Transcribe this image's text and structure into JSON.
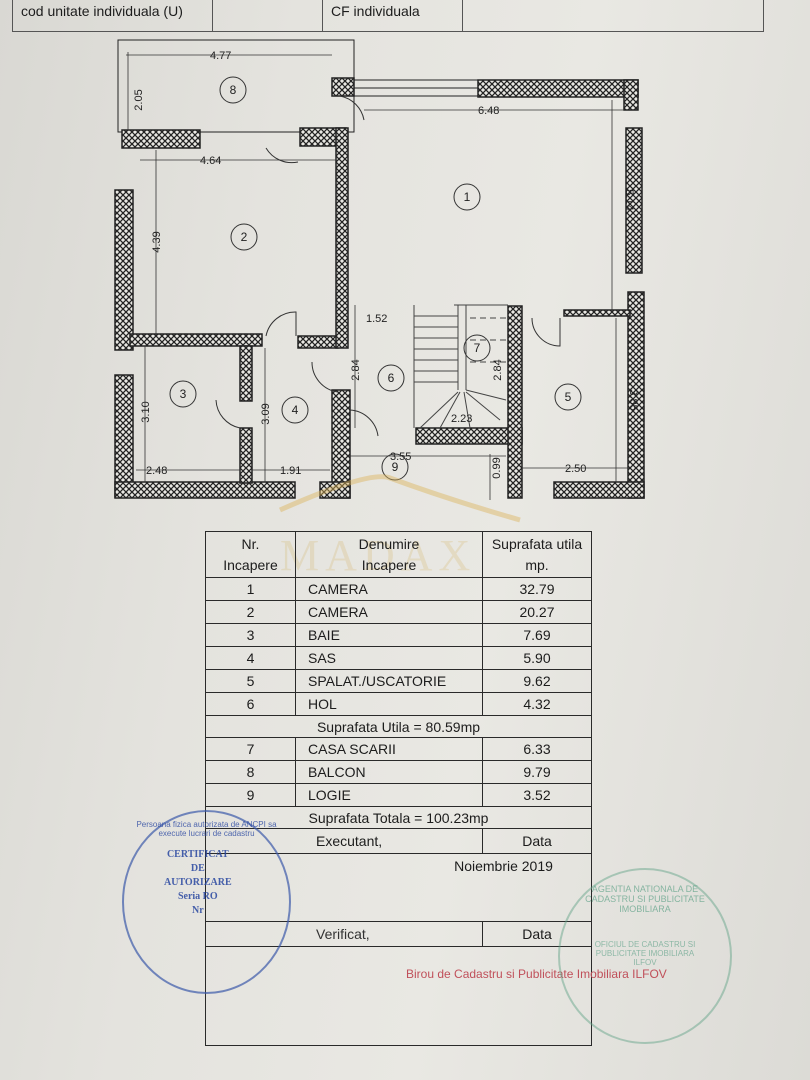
{
  "header": {
    "cod_label": "cod unitate individuala (U)",
    "cf_label": "CF individuala"
  },
  "plan": {
    "rooms": [
      {
        "nr": "1",
        "dims": [
          "6.48",
          "5.14"
        ]
      },
      {
        "nr": "2",
        "dims": [
          "4.64",
          "4.39"
        ]
      },
      {
        "nr": "3",
        "dims": [
          "2.48",
          "3.10"
        ]
      },
      {
        "nr": "4",
        "dims": [
          "1.91",
          "3.09"
        ]
      },
      {
        "nr": "5",
        "dims": [
          "2.50",
          "3.85"
        ]
      },
      {
        "nr": "6",
        "dims": [
          "1.52",
          "2.84"
        ]
      },
      {
        "nr": "7",
        "dims": [
          "2.23",
          "2.84"
        ]
      },
      {
        "nr": "8",
        "dims": [
          "4.77",
          "2.05"
        ]
      },
      {
        "nr": "9",
        "dims": [
          "3.55",
          "0.99"
        ]
      }
    ]
  },
  "watermark": "MADAX",
  "table": {
    "headers": {
      "nr": [
        "Nr.",
        "Incapere"
      ],
      "denumire": [
        "Denumire",
        "Incapere"
      ],
      "suprafata": [
        "Suprafata utila",
        "mp."
      ]
    },
    "rows_utile": [
      {
        "nr": "1",
        "name": "CAMERA",
        "area": "32.79"
      },
      {
        "nr": "2",
        "name": "CAMERA",
        "area": "20.27"
      },
      {
        "nr": "3",
        "name": "BAIE",
        "area": "7.69"
      },
      {
        "nr": "4",
        "name": "SAS",
        "area": "5.90"
      },
      {
        "nr": "5",
        "name": "SPALAT./USCATORIE",
        "area": "9.62"
      },
      {
        "nr": "6",
        "name": "HOL",
        "area": "4.32"
      }
    ],
    "subtotal": "Suprafata Utila = 80.59mp",
    "rows_other": [
      {
        "nr": "7",
        "name": "CASA SCARII",
        "area": "6.33"
      },
      {
        "nr": "8",
        "name": "BALCON",
        "area": "9.79"
      },
      {
        "nr": "9",
        "name": "LOGIE",
        "area": "3.52"
      }
    ],
    "total": "Suprafata Totala = 100.23mp",
    "executant_label": "Executant,",
    "data_label": "Data",
    "executant_date": "Noiembrie 2019",
    "verificat_label": "Verificat,",
    "data_label_2": "Data",
    "office_text": "Birou de Cadastru si Publicitate Imobiliara ILFOV"
  },
  "stamps": {
    "blue": {
      "ring_text": "Persoana fizica autorizata de ANCPI sa execute lucrari de cadastru",
      "lines": [
        "CERTIFICAT",
        "DE",
        "AUTORIZARE",
        "Seria RO",
        "Nr"
      ]
    },
    "green": {
      "ring_text": "AGENTIA NATIONALA DE CADASTRU SI PUBLICITATE IMOBILIARA",
      "inner_text": "OFICIUL DE CADASTRU SI PUBLICITATE IMOBILIARA ILFOV"
    }
  }
}
